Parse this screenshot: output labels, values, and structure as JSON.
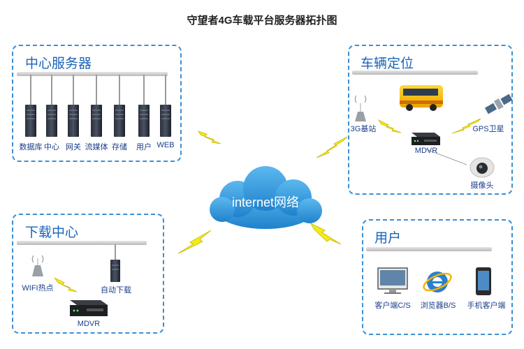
{
  "title": "守望者4G车载平台服务器拓扑图",
  "cloud_label": "internet网络",
  "panels": {
    "center": {
      "title": "中心服务器",
      "servers": [
        "数据库",
        "中心",
        "网关",
        "流媒体",
        "存储",
        "用户",
        "WEB"
      ]
    },
    "vehicle": {
      "title": "车辆定位",
      "base_station": "3G基站",
      "gps": "GPS卫星",
      "mdvr": "MDVR",
      "camera": "摄像头"
    },
    "download": {
      "title": "下载中心",
      "wifi": "WIFI热点",
      "auto_download": "自动下载",
      "mdvr": "MDVR"
    },
    "user": {
      "title": "用户",
      "clients": [
        "客户端C/S",
        "浏览器B/S",
        "手机客户端"
      ]
    }
  },
  "colors": {
    "panel_border": "#3b8fd6",
    "panel_title": "#1a63b8",
    "cloud": "#2b94d8",
    "lightning": "#f3ea1a"
  }
}
